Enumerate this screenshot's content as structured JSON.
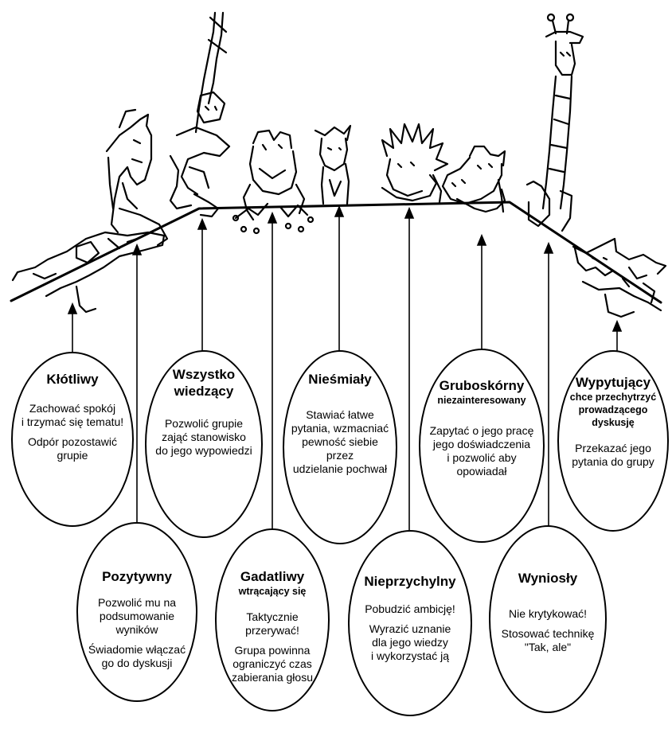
{
  "colors": {
    "ink": "#000000",
    "paper": "#ffffff"
  },
  "characters": [
    {
      "id": "klotliwy",
      "icon": "dog-icon",
      "title": "Kłótliwy",
      "subtitle": "",
      "advice": "Zachować spokój\ni trzymać się tematu!",
      "advice2": "Odpór pozostawić\ngrupie"
    },
    {
      "id": "pozytywny",
      "icon": "horse-icon",
      "title": "Pozytywny",
      "subtitle": "",
      "advice": "Pozwolić mu na\npodsumowanie\nwyników",
      "advice2": "Świadomie włączać\ngo do dyskusji"
    },
    {
      "id": "wszystko-wiedzacy",
      "icon": "monkey-icon",
      "title": "Wszystko\nwiedzący",
      "subtitle": "",
      "advice": "Pozwolić grupie\nzająć stanowisko\ndo jego wypowiedzi",
      "advice2": ""
    },
    {
      "id": "gadatliwy",
      "icon": "frog-icon",
      "title": "Gadatliwy",
      "subtitle": "wtrącający się",
      "advice": "Taktycznie\nprzerywać!",
      "advice2": "Grupa powinna\nograniczyć czas\nzabierania głosu"
    },
    {
      "id": "niesmialy",
      "icon": "deer-icon",
      "title": "Nieśmiały",
      "subtitle": "",
      "advice": "Stawiać łatwe\npytania, wzmacniać\npewność siebie\nprzez\nudzielanie pochwał",
      "advice2": ""
    },
    {
      "id": "nieprzychylny",
      "icon": "hedgehog-icon",
      "title": "Nieprzychylny",
      "subtitle": "",
      "advice": "Pobudzić ambicję!",
      "advice2": "Wyrazić uznanie\ndla jego wiedzy\ni wykorzystać ją"
    },
    {
      "id": "gruboskorny",
      "icon": "hippo-icon",
      "title": "Gruboskórny",
      "subtitle": "niezainteresowany",
      "advice": "Zapytać o jego pracę\njego doświadczenia\ni pozwolić aby\nopowiadał",
      "advice2": ""
    },
    {
      "id": "wyniosly",
      "icon": "giraffe-icon",
      "title": "Wyniosły",
      "subtitle": "",
      "advice": "Nie krytykować!",
      "advice2": "Stosować technikę\n\"Tak, ale\""
    },
    {
      "id": "wypytujacy",
      "icon": "fox-icon",
      "title": "Wypytujący",
      "subtitle": "chce przechytrzyć\nprowadzącego\ndyskusję",
      "advice": "Przekazać jego\npytania do grupy",
      "advice2": ""
    }
  ]
}
